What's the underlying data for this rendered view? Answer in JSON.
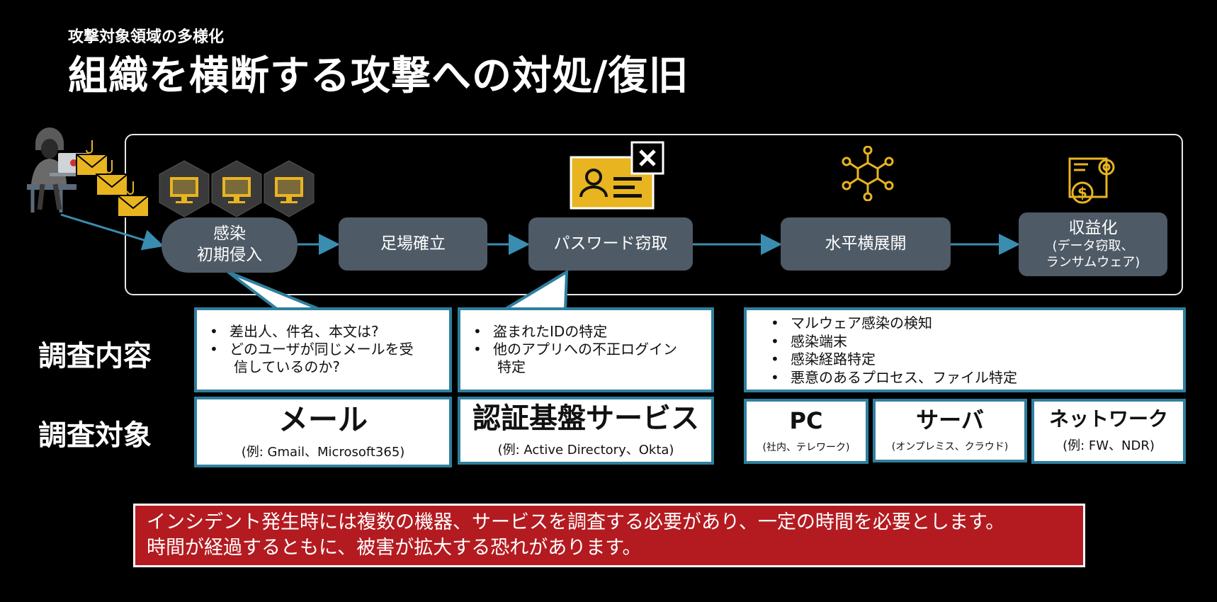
{
  "header": {
    "subtitle": "攻撃対象領域の多様化",
    "title": "組織を横断する攻撃への対処/復旧"
  },
  "flow": {
    "steps": [
      {
        "line1": "感染",
        "line2": "初期侵入"
      },
      {
        "label": "足場確立"
      },
      {
        "label": "パスワード窃取"
      },
      {
        "label": "水平横展開"
      },
      {
        "label": "収益化",
        "note1": "(データ窃取、",
        "note2": "ランサムウェア)"
      }
    ]
  },
  "rows": {
    "investigation_label": "調査内容",
    "target_label": "調査対象"
  },
  "investigation": {
    "mail": [
      "差出人、件名、本文は?",
      "どのユーザが同じメールを受",
      "信しているのか?"
    ],
    "auth": [
      "盗まれたIDの特定",
      "他のアプリへの不正ログイン",
      "特定"
    ],
    "endpoint": [
      "マルウェア感染の検知",
      "感染端末",
      "感染経路特定",
      "悪意のあるプロセス、ファイル特定"
    ]
  },
  "targets": {
    "mail": {
      "name": "メール",
      "example": "(例: Gmail、Microsoft365)"
    },
    "auth": {
      "name": "認証基盤サービス",
      "example": "(例: Active Directory、Okta)"
    },
    "pc": {
      "name": "PC",
      "example": "(社内、テレワーク)"
    },
    "server": {
      "name": "サーバ",
      "example": "(オンプレミス、クラウド)"
    },
    "network": {
      "name": "ネットワーク",
      "example": "(例: FW、NDR)"
    }
  },
  "banner": {
    "line1": "インシデント発生時には複数の機器、サービスを調査する必要があり、一定の時間を必要とします。",
    "line2": "時間が経過するともに、被害が拡大する恐れがあります。"
  },
  "colors": {
    "accent_gold": "#e8b420",
    "step_fill": "#4e5a66",
    "arrow_blue": "#3a8db0",
    "box_border": "#2f7f9e",
    "banner_red": "#b31b20"
  },
  "icons": [
    "hacker-icon",
    "phishing-mail-icon",
    "infected-monitor-icon",
    "id-card-icon",
    "close-icon",
    "network-node-icon",
    "monetization-gear-icon"
  ]
}
